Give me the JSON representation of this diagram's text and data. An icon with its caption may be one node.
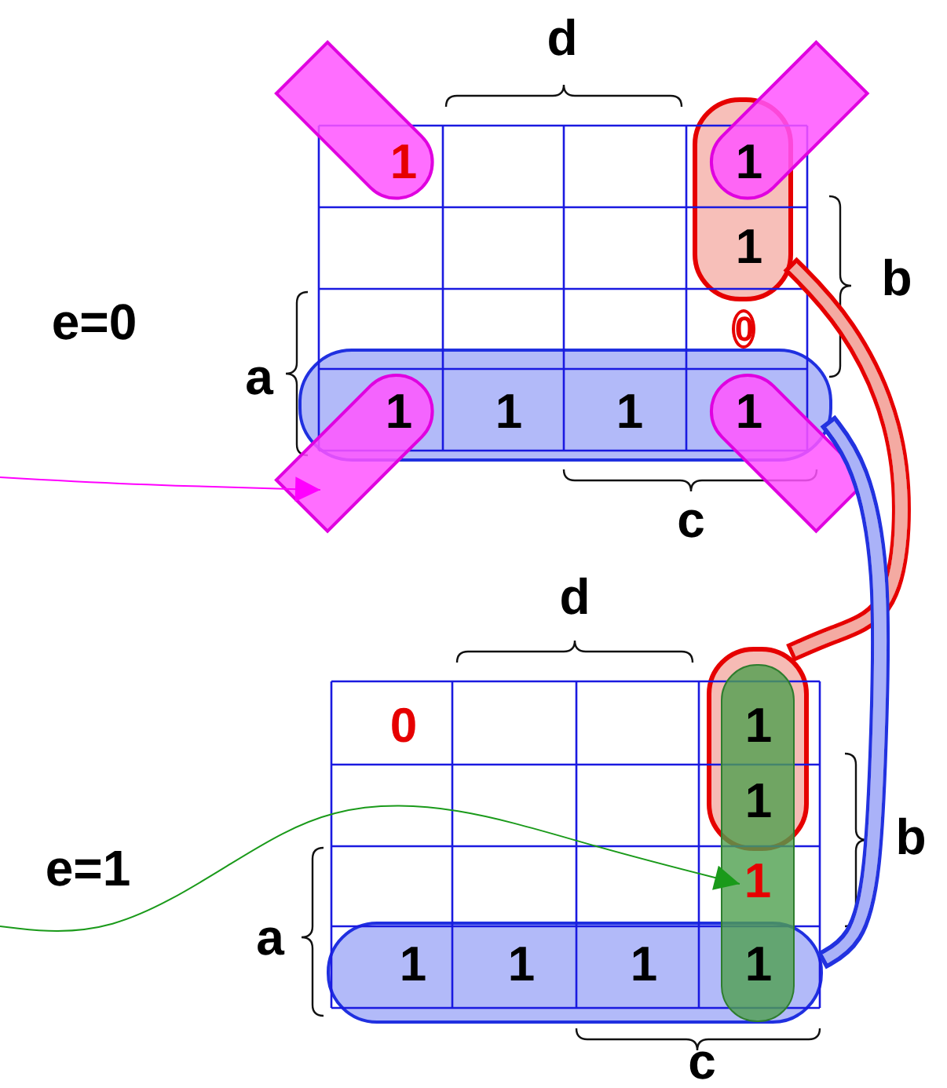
{
  "diagram": {
    "nodes": [
      {
        "text": [],
        "shape": "bar"
      },
      {
        "text": [],
        "shape": "bar"
      },
      {
        "text": [],
        "shape": "bar"
      },
      {
        "text": [],
        "shape": "bar"
      },
      {
        "text": [],
        "shape": "box"
      },
      {
        "text": [],
        "shape": "circle"
      },
      {
        "text": [],
        "shape": "box"
      },
      {
        "text": [],
        "shape": "box"
      },
      {
        "text": [],
        "shape": "box"
      },
      {
        "text": [
          "1"
        ],
        "in": 8
      },
      {
        "text": [],
        "shape": "box"
      }
    ],
    "edges": [
      {
        "from": null,
        "to": 2,
        "arrow": "to",
        "color": "#ff00ff"
      },
      {
        "from": null,
        "to": 9,
        "arrow": "to",
        "color": "#1a9a1a"
      },
      {
        "from": 4,
        "to": 7,
        "arrow": "none",
        "style": "thick",
        "color": "#e60000"
      },
      {
        "from": 6,
        "to": 10,
        "arrow": "none",
        "style": "thick",
        "color": "#2030e0"
      }
    ],
    "labels": [
      "d",
      "1",
      "1",
      "1",
      "b",
      "e=0",
      "0",
      "a",
      "1",
      "1",
      "1",
      "1",
      "c",
      "d",
      "0",
      "1",
      "1",
      "b",
      "e=1",
      "a",
      "1",
      "1",
      "1",
      "1",
      "c"
    ]
  }
}
